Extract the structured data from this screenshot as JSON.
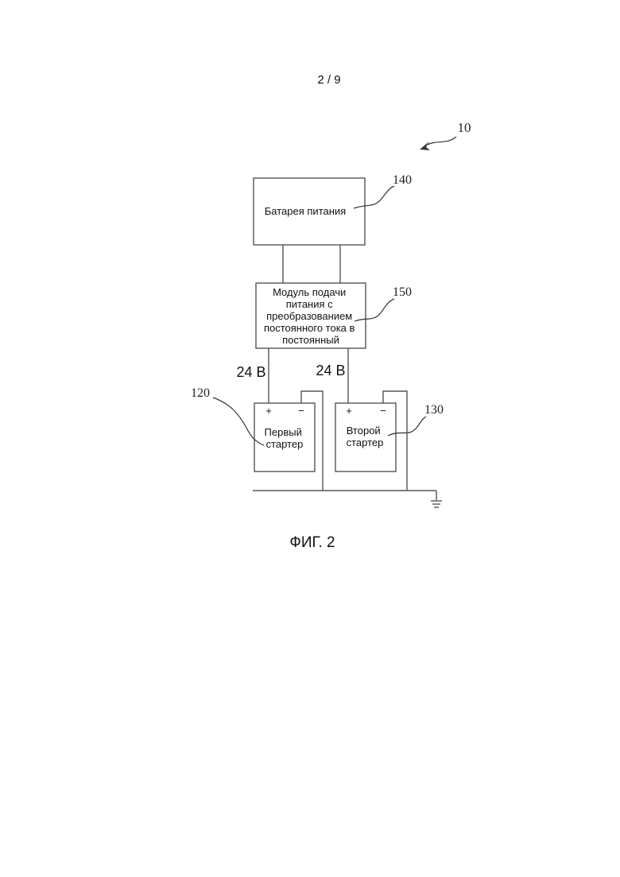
{
  "page_number": "2 / 9",
  "figure_ref": "10",
  "figure_caption": "ФИГ. 2",
  "battery": {
    "label": "Батарея питания",
    "ref": "140"
  },
  "converter": {
    "lines": [
      "Модуль подачи",
      "питания с",
      "преобразованием",
      "постоянного тока в",
      "постоянный"
    ],
    "ref": "150"
  },
  "voltage_left": "24 В",
  "voltage_right": "24 В",
  "starter1": {
    "lines": [
      "Первый",
      "стартер"
    ],
    "ref": "120",
    "plus": "+",
    "minus": "−"
  },
  "starter2": {
    "lines": [
      "Второй",
      "стартер"
    ],
    "ref": "130",
    "plus": "+",
    "minus": "−"
  }
}
